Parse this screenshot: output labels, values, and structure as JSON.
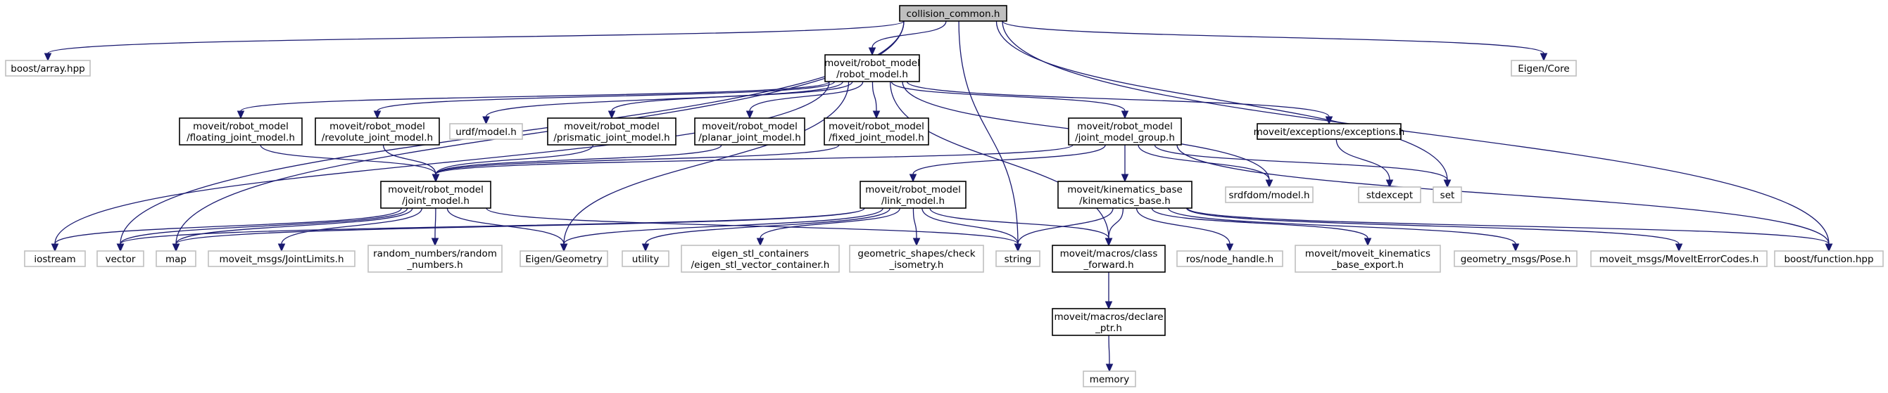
{
  "colors": {
    "edge": "#191970",
    "root_fill": "#bfbfbf",
    "root_border": "#000000",
    "doc_border": "#000000",
    "external_border": "#bfbfbf",
    "external_text": "#404040",
    "background": "#ffffff"
  },
  "nodes": [
    {
      "id": "collision_common",
      "lines": [
        "collision_common.h"
      ],
      "kind": "root"
    },
    {
      "id": "boost_array",
      "lines": [
        "boost/array.hpp"
      ],
      "kind": "external"
    },
    {
      "id": "robot_model_h",
      "lines": [
        "moveit/robot_model",
        "/robot_model.h"
      ],
      "kind": "documented"
    },
    {
      "id": "eigen_core",
      "lines": [
        "Eigen/Core"
      ],
      "kind": "external"
    },
    {
      "id": "floating_joint_model",
      "lines": [
        "moveit/robot_model",
        "/floating_joint_model.h"
      ],
      "kind": "documented"
    },
    {
      "id": "revolute_joint_model",
      "lines": [
        "moveit/robot_model",
        "/revolute_joint_model.h"
      ],
      "kind": "documented"
    },
    {
      "id": "urdf_model",
      "lines": [
        "urdf/model.h"
      ],
      "kind": "external"
    },
    {
      "id": "prismatic_joint_model",
      "lines": [
        "moveit/robot_model",
        "/prismatic_joint_model.h"
      ],
      "kind": "documented"
    },
    {
      "id": "planar_joint_model",
      "lines": [
        "moveit/robot_model",
        "/planar_joint_model.h"
      ],
      "kind": "documented"
    },
    {
      "id": "fixed_joint_model",
      "lines": [
        "moveit/robot_model",
        "/fixed_joint_model.h"
      ],
      "kind": "documented"
    },
    {
      "id": "joint_model_group",
      "lines": [
        "moveit/robot_model",
        "/joint_model_group.h"
      ],
      "kind": "documented"
    },
    {
      "id": "exceptions",
      "lines": [
        "moveit/exceptions/exceptions.h"
      ],
      "kind": "documented"
    },
    {
      "id": "joint_model_h",
      "lines": [
        "moveit/robot_model",
        "/joint_model.h"
      ],
      "kind": "documented"
    },
    {
      "id": "link_model",
      "lines": [
        "moveit/robot_model",
        "/link_model.h"
      ],
      "kind": "documented"
    },
    {
      "id": "kinematics_base",
      "lines": [
        "moveit/kinematics_base",
        "/kinematics_base.h"
      ],
      "kind": "documented"
    },
    {
      "id": "srdfdom_model",
      "lines": [
        "srdfdom/model.h"
      ],
      "kind": "external"
    },
    {
      "id": "stdexcept",
      "lines": [
        "stdexcept"
      ],
      "kind": "external"
    },
    {
      "id": "set",
      "lines": [
        "set"
      ],
      "kind": "external"
    },
    {
      "id": "iostream",
      "lines": [
        "iostream"
      ],
      "kind": "external"
    },
    {
      "id": "vector",
      "lines": [
        "vector"
      ],
      "kind": "external"
    },
    {
      "id": "map",
      "lines": [
        "map"
      ],
      "kind": "external"
    },
    {
      "id": "joint_limits",
      "lines": [
        "moveit_msgs/JointLimits.h"
      ],
      "kind": "external"
    },
    {
      "id": "random_numbers",
      "lines": [
        "random_numbers/random",
        "_numbers.h"
      ],
      "kind": "external"
    },
    {
      "id": "eigen_geometry",
      "lines": [
        "Eigen/Geometry"
      ],
      "kind": "external"
    },
    {
      "id": "utility",
      "lines": [
        "utility"
      ],
      "kind": "external"
    },
    {
      "id": "eigen_stl",
      "lines": [
        "eigen_stl_containers",
        "/eigen_stl_vector_container.h"
      ],
      "kind": "external"
    },
    {
      "id": "geometric_shapes",
      "lines": [
        "geometric_shapes/check",
        "_isometry.h"
      ],
      "kind": "external"
    },
    {
      "id": "string",
      "lines": [
        "string"
      ],
      "kind": "external"
    },
    {
      "id": "class_forward",
      "lines": [
        "moveit/macros/class",
        "_forward.h"
      ],
      "kind": "documented"
    },
    {
      "id": "ros_node_handle",
      "lines": [
        "ros/node_handle.h"
      ],
      "kind": "external"
    },
    {
      "id": "kinematics_export",
      "lines": [
        "moveit/moveit_kinematics",
        "_base_export.h"
      ],
      "kind": "external"
    },
    {
      "id": "geometry_pose",
      "lines": [
        "geometry_msgs/Pose.h"
      ],
      "kind": "external"
    },
    {
      "id": "moveit_error_codes",
      "lines": [
        "moveit_msgs/MoveItErrorCodes.h"
      ],
      "kind": "external"
    },
    {
      "id": "boost_function",
      "lines": [
        "boost/function.hpp"
      ],
      "kind": "external"
    },
    {
      "id": "declare_ptr",
      "lines": [
        "moveit/macros/declare",
        "_ptr.h"
      ],
      "kind": "documented"
    },
    {
      "id": "memory",
      "lines": [
        "memory"
      ],
      "kind": "external"
    }
  ],
  "edges": [
    [
      "collision_common",
      "boost_array"
    ],
    [
      "collision_common",
      "robot_model_h"
    ],
    [
      "collision_common",
      "eigen_core"
    ],
    [
      "collision_common",
      "vector"
    ],
    [
      "collision_common",
      "map"
    ],
    [
      "collision_common",
      "string"
    ],
    [
      "collision_common",
      "set"
    ],
    [
      "collision_common",
      "boost_function"
    ],
    [
      "robot_model_h",
      "iostream"
    ],
    [
      "robot_model_h",
      "floating_joint_model"
    ],
    [
      "robot_model_h",
      "revolute_joint_model"
    ],
    [
      "robot_model_h",
      "urdf_model"
    ],
    [
      "robot_model_h",
      "prismatic_joint_model"
    ],
    [
      "robot_model_h",
      "planar_joint_model"
    ],
    [
      "robot_model_h",
      "fixed_joint_model"
    ],
    [
      "robot_model_h",
      "joint_model_group"
    ],
    [
      "robot_model_h",
      "exceptions"
    ],
    [
      "robot_model_h",
      "srdfdom_model"
    ],
    [
      "robot_model_h",
      "eigen_geometry"
    ],
    [
      "robot_model_h",
      "class_forward"
    ],
    [
      "floating_joint_model",
      "joint_model_h"
    ],
    [
      "revolute_joint_model",
      "joint_model_h"
    ],
    [
      "prismatic_joint_model",
      "joint_model_h"
    ],
    [
      "planar_joint_model",
      "joint_model_h"
    ],
    [
      "fixed_joint_model",
      "joint_model_h"
    ],
    [
      "joint_model_group",
      "joint_model_h"
    ],
    [
      "joint_model_group",
      "link_model"
    ],
    [
      "joint_model_group",
      "kinematics_base"
    ],
    [
      "joint_model_group",
      "srdfdom_model"
    ],
    [
      "joint_model_group",
      "set"
    ],
    [
      "joint_model_group",
      "boost_function"
    ],
    [
      "exceptions",
      "stdexcept"
    ],
    [
      "joint_model_h",
      "iostream"
    ],
    [
      "joint_model_h",
      "vector"
    ],
    [
      "joint_model_h",
      "map"
    ],
    [
      "joint_model_h",
      "joint_limits"
    ],
    [
      "joint_model_h",
      "random_numbers"
    ],
    [
      "joint_model_h",
      "eigen_geometry"
    ],
    [
      "joint_model_h",
      "string"
    ],
    [
      "link_model",
      "vector"
    ],
    [
      "link_model",
      "map"
    ],
    [
      "link_model",
      "eigen_geometry"
    ],
    [
      "link_model",
      "utility"
    ],
    [
      "link_model",
      "eigen_stl"
    ],
    [
      "link_model",
      "geometric_shapes"
    ],
    [
      "link_model",
      "string"
    ],
    [
      "link_model",
      "class_forward"
    ],
    [
      "kinematics_base",
      "string"
    ],
    [
      "kinematics_base",
      "class_forward"
    ],
    [
      "kinematics_base",
      "ros_node_handle"
    ],
    [
      "kinematics_base",
      "kinematics_export"
    ],
    [
      "kinematics_base",
      "geometry_pose"
    ],
    [
      "kinematics_base",
      "moveit_error_codes"
    ],
    [
      "kinematics_base",
      "boost_function"
    ],
    [
      "class_forward",
      "declare_ptr"
    ],
    [
      "declare_ptr",
      "memory"
    ]
  ]
}
